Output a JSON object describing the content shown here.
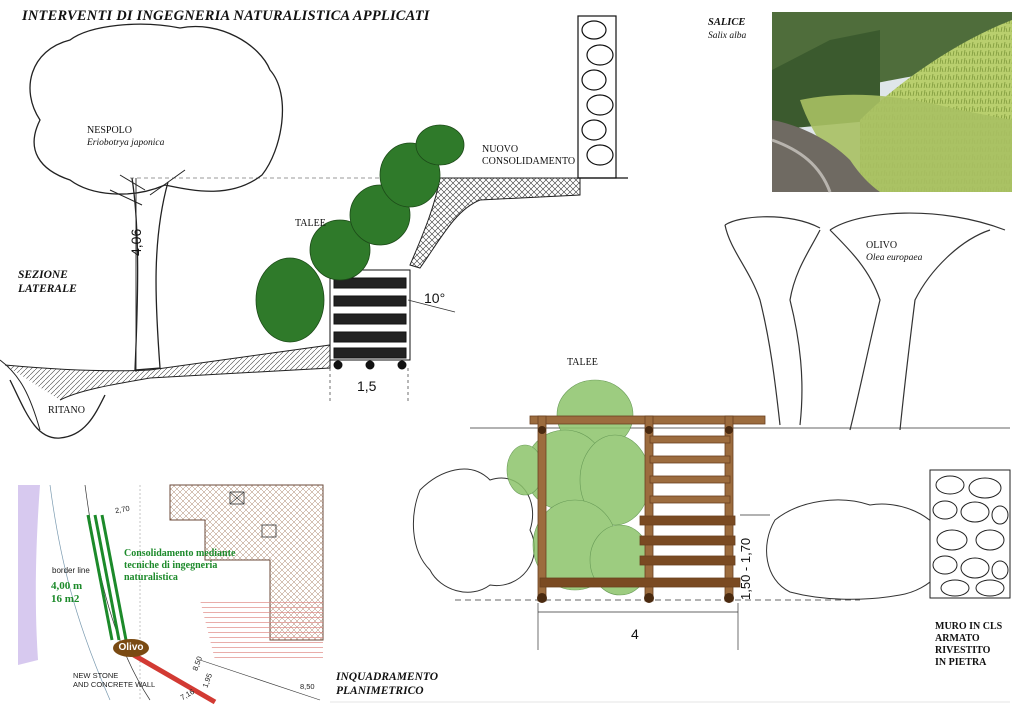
{
  "title": "INTERVENTI DI INGEGNERIA NATURALISTICA APPLICATI",
  "section": {
    "label_line1": "SEZIONE",
    "label_line2": "LATERALE",
    "nespolo_name": "NESPOLO",
    "nespolo_latin": "Eriobotrya japonica",
    "nuovo_line1": "NUOVO",
    "nuovo_line2": "CONSOLIDAMENTO",
    "talee": "TALEE",
    "ritano": "RITANO",
    "height_dim": "4,06",
    "angle": "10°",
    "base_dim": "1,5"
  },
  "photo": {
    "name": "SALICE",
    "latin": "Salix alba"
  },
  "elevation": {
    "talee": "TALEE",
    "olivo_name": "OLIVO",
    "olivo_latin": "Olea europaea",
    "height_dim": "1,50 - 1,70",
    "width_dim": "4",
    "wall_line1": "MURO IN CLS",
    "wall_line2": "ARMATO",
    "wall_line3": "RIVESTITO",
    "wall_line4": "IN PIETRA"
  },
  "plan": {
    "title_line1": "INQUADRAMENTO",
    "title_line2": "PLANIMETRICO",
    "green_line1": "Consolidamento mediante",
    "green_line2": "tecniche di ingegneria",
    "green_line3": "naturalistica",
    "border_line": "border line",
    "size_line1": "4,00 m",
    "size_line2": "16 m2",
    "olivo_badge": "Olivo",
    "wall_line1": "NEW STONE",
    "wall_line2": "AND CONCRETE WALL",
    "dim_a": "2,70",
    "dim_b": "8,50",
    "dim_c": "1,95",
    "dim_d": "7,16",
    "dim_e": "8,50"
  },
  "colors": {
    "foliage_green": "#2f7a2a",
    "light_green": "#8cc46b",
    "wood_brown": "#7a4a22",
    "plan_green": "#1c8a2a",
    "olivo_brown": "#7a4a12",
    "river_lilac": "#d7c9ef",
    "hatch_red": "#d9605a"
  }
}
